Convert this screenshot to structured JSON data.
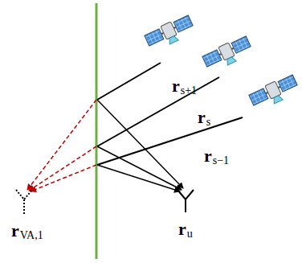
{
  "diagram": {
    "labels": [
      "r",
      "s+1",
      "r",
      "s",
      "r",
      "s−1",
      "r",
      "VA,1",
      "r",
      "u"
    ]
  }
}
